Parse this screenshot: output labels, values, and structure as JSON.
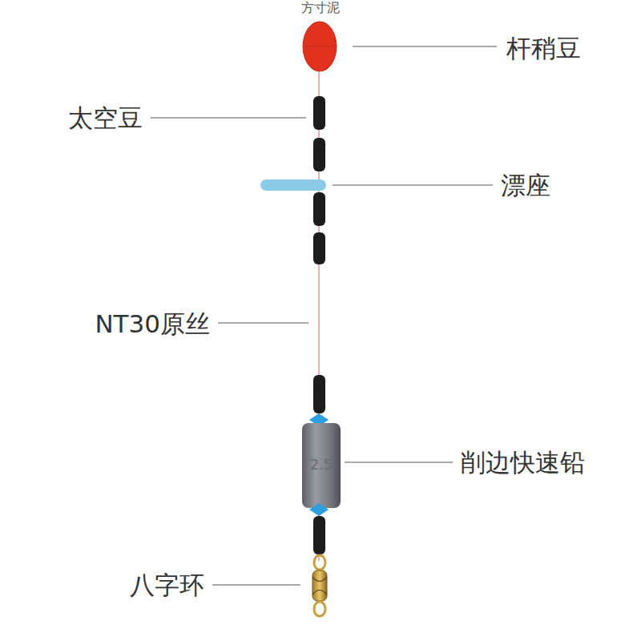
{
  "diagram": {
    "labels": [
      "方寸泥",
      "杆稍豆",
      "太空豆",
      "漂座",
      "NT30原丝",
      "2.5",
      "削边快速铅",
      "八字环"
    ]
  }
}
